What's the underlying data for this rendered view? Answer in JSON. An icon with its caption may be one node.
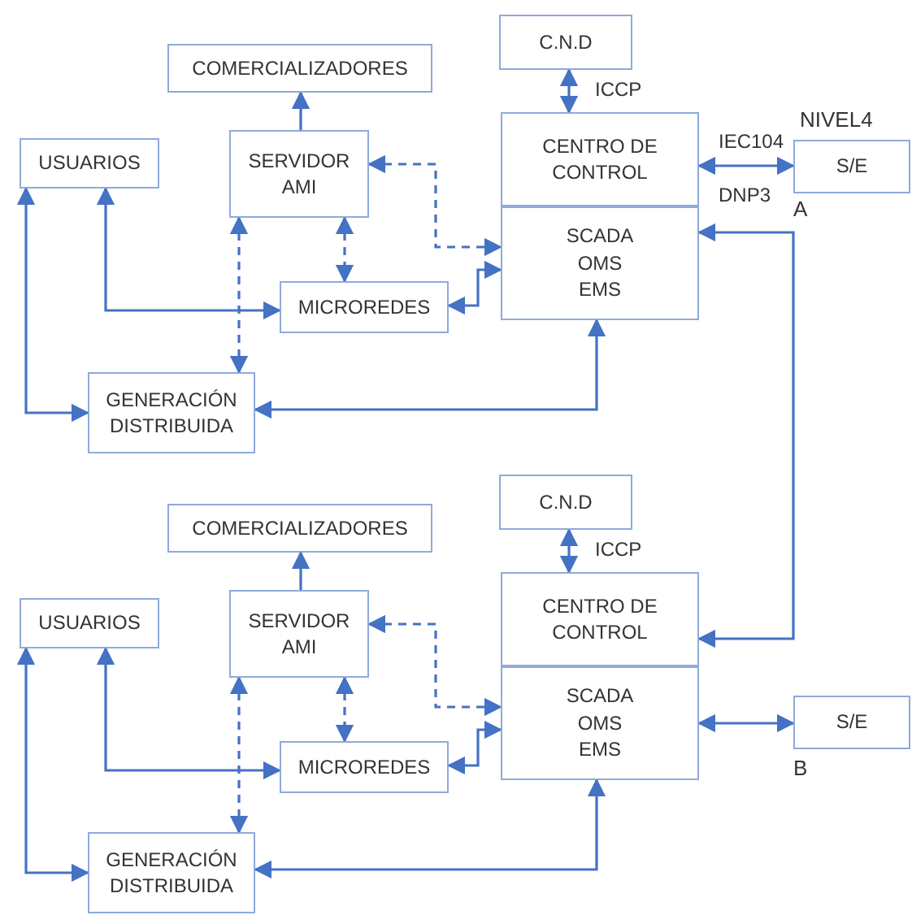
{
  "diagram": {
    "nodes": [
      {
        "text": [
          "C.N.D"
        ]
      },
      {
        "text": [
          "COMERCIALIZADORES"
        ]
      },
      {
        "text": [
          "USUARIOS"
        ]
      },
      {
        "text": [
          "SERVIDOR AMI"
        ]
      },
      {
        "text": [
          "CENTRO DE CONTROL"
        ]
      },
      {
        "text": [
          "S/E"
        ],
        "beside": [
          "NIVEL4",
          "A"
        ]
      },
      {
        "text": [
          "SCADA",
          "OMS",
          "EMS"
        ]
      },
      {
        "text": [
          "MICROREDES"
        ]
      },
      {
        "text": [
          "GENERACIÓN DISTRIBUIDA"
        ]
      },
      {
        "text": [
          "C.N.D"
        ]
      },
      {
        "text": [
          "COMERCIALIZADORES"
        ]
      },
      {
        "text": [
          "USUARIOS"
        ]
      },
      {
        "text": [
          "SERVIDOR AMI"
        ]
      },
      {
        "text": [
          "CENTRO DE CONTROL"
        ]
      },
      {
        "text": [
          "S/E"
        ],
        "beside": [
          "B"
        ]
      },
      {
        "text": [
          "SCADA",
          "OMS",
          "EMS"
        ]
      },
      {
        "text": [
          "MICROREDES"
        ]
      },
      {
        "text": [
          "GENERACIÓN DISTRIBUIDA"
        ]
      }
    ],
    "edges": [
      {
        "from": 0,
        "to": 4,
        "arrow": "both",
        "label": "ICCP"
      },
      {
        "from": 3,
        "to": 1,
        "arrow": "to"
      },
      {
        "from": 3,
        "to": 6,
        "arrow": "both",
        "style": "dashed"
      },
      {
        "from": 3,
        "to": 7,
        "arrow": "both",
        "style": "dashed"
      },
      {
        "from": 3,
        "to": 8,
        "arrow": "both",
        "style": "dashed"
      },
      {
        "from": 2,
        "to": 7,
        "arrow": "both"
      },
      {
        "from": 2,
        "to": 8,
        "arrow": "both"
      },
      {
        "from": 7,
        "to": 6,
        "arrow": "both"
      },
      {
        "from": 8,
        "to": 6,
        "arrow": "both"
      },
      {
        "from": 4,
        "to": 5,
        "arrow": "both",
        "label": "IEC104"
      },
      {
        "from": 9,
        "to": 13,
        "arrow": "both",
        "label": "ICCP"
      },
      {
        "from": 12,
        "to": 10,
        "arrow": "to"
      },
      {
        "from": 12,
        "to": 15,
        "arrow": "both",
        "style": "dashed"
      },
      {
        "from": 12,
        "to": 16,
        "arrow": "both",
        "style": "dashed"
      },
      {
        "from": 12,
        "to": 17,
        "arrow": "both",
        "style": "dashed"
      },
      {
        "from": 11,
        "to": 16,
        "arrow": "both"
      },
      {
        "from": 11,
        "to": 17,
        "arrow": "both"
      },
      {
        "from": 16,
        "to": 15,
        "arrow": "both"
      },
      {
        "from": 17,
        "to": 15,
        "arrow": "both"
      },
      {
        "from": 15,
        "to": 14,
        "arrow": "both"
      },
      {
        "from": 6,
        "to": 13,
        "arrow": "both"
      }
    ],
    "labels": [
      "DNP3"
    ]
  }
}
